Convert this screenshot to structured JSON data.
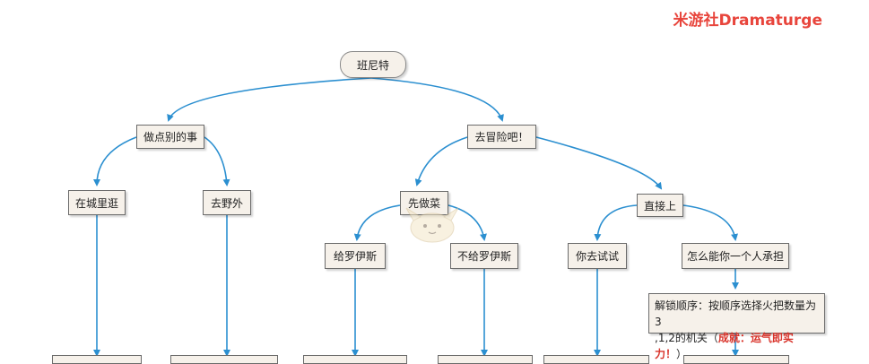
{
  "watermark": "米游社Dramaturge",
  "nodes": {
    "root": "班尼特",
    "do_other": "做点别的事",
    "adventure": "去冒险吧！",
    "city": "在城里逛",
    "wild": "去野外",
    "cook": "先做菜",
    "direct": "直接上",
    "give": "给罗伊斯",
    "not_give": "不给罗伊斯",
    "you_try": "你去试试",
    "alone": "怎么能你一个人承担"
  },
  "note": {
    "line1": "解锁顺序：按顺序选择火把数量为3",
    "line2a": ",1,2的机关（",
    "line2b": "成就：运气即实力！",
    "line2c": "）"
  },
  "colors": {
    "arrow": "#2b8fd0",
    "box_fill": "#f6f1ea",
    "border": "#6b6b6b",
    "watermark": "#e8453c"
  }
}
